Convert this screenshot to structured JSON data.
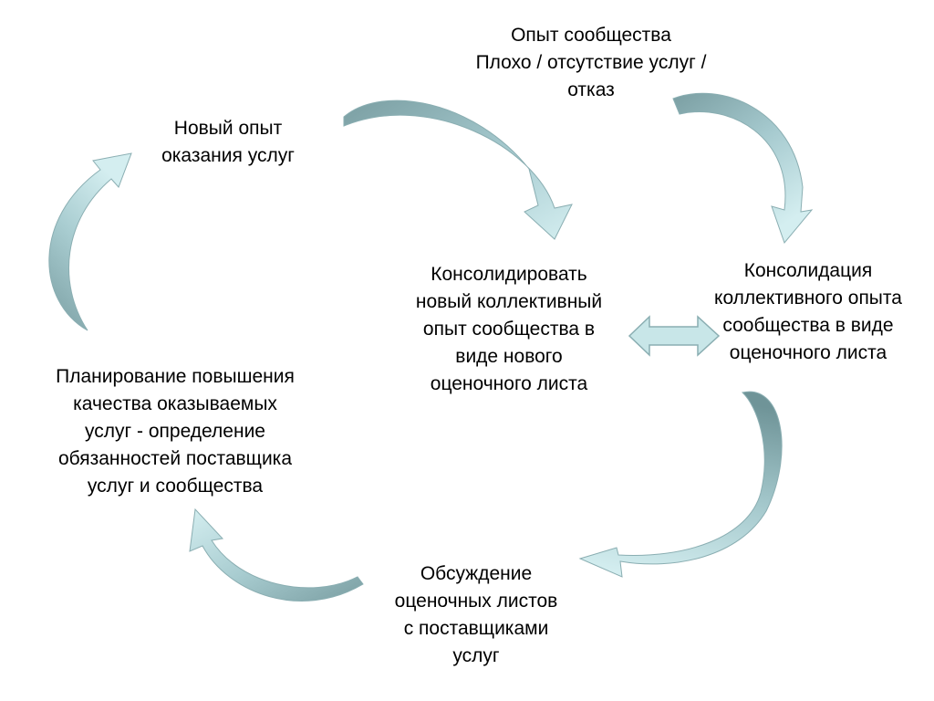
{
  "colors": {
    "arrow_dark": "#7a9ea2",
    "arrow_light": "#c8e6e8",
    "arrow_stroke": "#8aaeb2",
    "text": "#000000"
  },
  "nodes": {
    "community_experience": {
      "lines": [
        "Опыт сообщества",
        "Плохо / отсутствие услуг /",
        "отказ"
      ]
    },
    "new_service_experience": {
      "lines": [
        "Новый опыт",
        "оказания услуг"
      ]
    },
    "consolidate_new": {
      "lines": [
        "Консолидировать",
        "новый коллективный",
        "опыт сообщества в",
        "виде нового",
        "оценочного листа"
      ]
    },
    "consolidation": {
      "lines": [
        "Консолидация",
        "коллективного опыта",
        "сообщества в виде",
        "оценочного листа"
      ]
    },
    "planning": {
      "lines": [
        "Планирование повышения",
        "качества оказываемых",
        "услуг - определение",
        "обязанностей поставщика",
        "услуг и сообщества"
      ]
    },
    "discussion": {
      "lines": [
        "Обсуждение",
        "оценочных листов",
        "с поставщиками",
        "услуг"
      ]
    }
  }
}
